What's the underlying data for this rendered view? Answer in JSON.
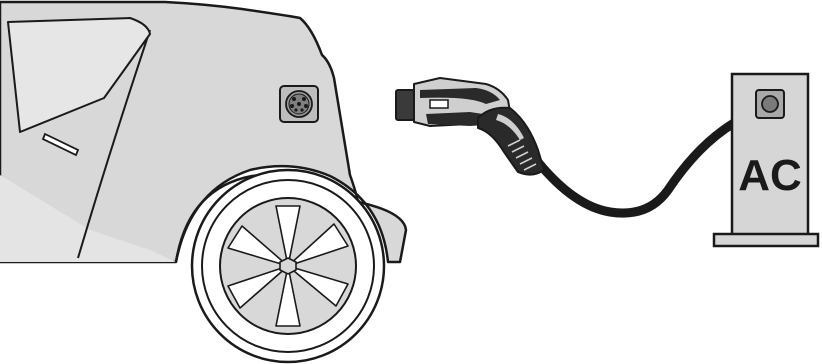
{
  "station": {
    "label": "AC"
  },
  "colors": {
    "outline": "#1a1a1a",
    "car_body": "#d8d8d8",
    "car_window": "#e2e2e2",
    "station_body": "#d6d6d6",
    "cable": "#1a1a1a",
    "plug_handle": "#2a2a2a",
    "plug_shell": "#cfcfcf",
    "tire": "#ffffff"
  },
  "icons": {
    "car": "electric-car-rear",
    "inlet": "type2-charging-inlet",
    "plug": "charging-plug",
    "station": "ac-charging-station"
  }
}
